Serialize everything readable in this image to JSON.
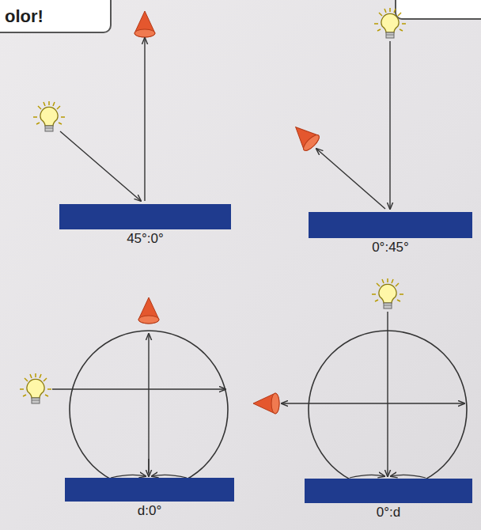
{
  "diagram": {
    "nodes": [
      {
        "text": [
          "olor!"
        ]
      },
      {
        "text": [
          "45°:0°"
        ]
      },
      {
        "text": [
          "0°:45°"
        ]
      },
      {
        "text": [
          "d:0°"
        ]
      },
      {
        "text": [
          "0°:d"
        ]
      }
    ]
  }
}
